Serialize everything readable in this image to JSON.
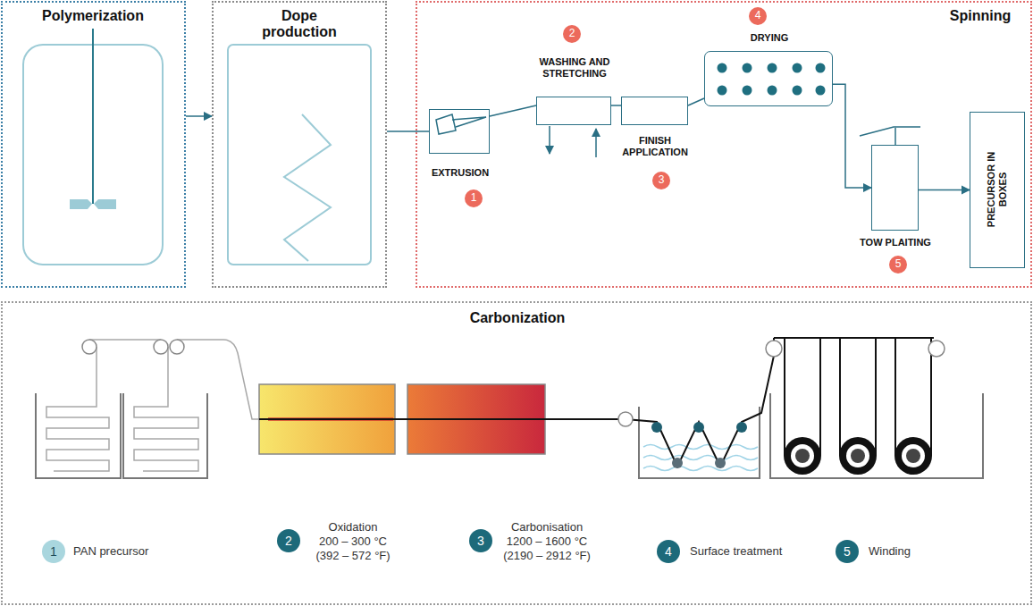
{
  "diagram": {
    "nodes": [
      {
        "text": [
          "Polymerization"
        ]
      },
      {
        "text": [
          "Dope production"
        ]
      },
      {
        "text": [
          "Spinning"
        ]
      },
      {
        "text": [
          "EXTRUSION"
        ],
        "in": 2
      },
      {
        "text": [
          "WASHING AND STRETCHING"
        ],
        "in": 2
      },
      {
        "text": [
          "FINISH APPLICATION"
        ],
        "in": 2
      },
      {
        "text": [
          "DRYING"
        ],
        "in": 2
      },
      {
        "text": [
          "TOW PLAITING"
        ],
        "in": 2
      },
      {
        "text": [
          "PRECURSOR IN BOXES"
        ],
        "in": 2
      },
      {
        "text": [
          "Carbonization"
        ]
      }
    ],
    "edges": [
      {
        "from": 0,
        "to": 1,
        "arrow": "to"
      },
      {
        "from": 1,
        "to": 3,
        "arrow": "none"
      },
      {
        "from": 3,
        "to": 4,
        "arrow": "none"
      },
      {
        "from": 6,
        "to": 7,
        "arrow": "to"
      },
      {
        "from": 7,
        "to": 8,
        "arrow": "to"
      }
    ],
    "labels": [
      "1",
      "2",
      "3",
      "4",
      "5",
      "1",
      "PAN precursor",
      "2",
      "Oxidation",
      "200 – 300 °C",
      "(392 – 572 °F)",
      "3",
      "Carbonisation",
      "1200 – 1600 °C",
      "(2190 – 2912 °F)",
      "4",
      "Surface treatment",
      "5",
      "Winding"
    ]
  }
}
